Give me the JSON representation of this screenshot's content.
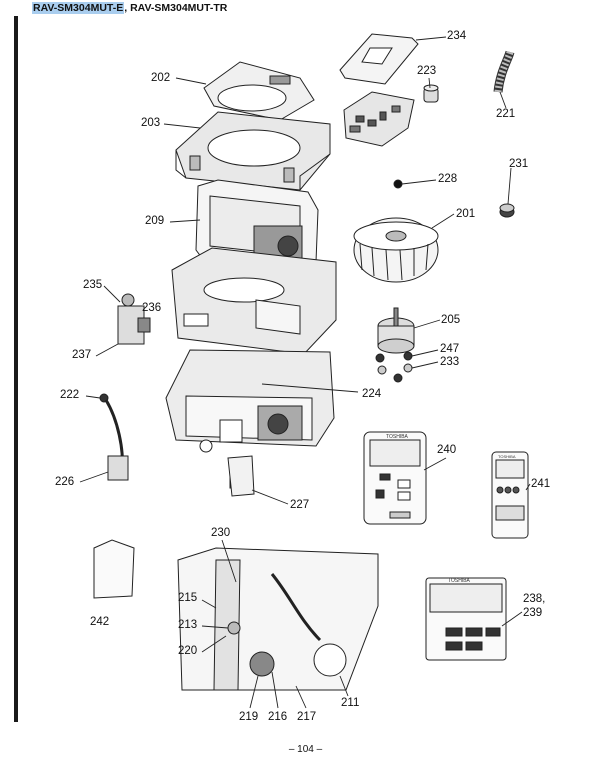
{
  "header": {
    "model_highlight": "RAV-SM304MUT-E",
    "model_rest": ", RAV-SM304MUT-TR"
  },
  "parts": {
    "p234": "234",
    "p223": "223",
    "p202": "202",
    "p221": "221",
    "p203": "203",
    "p231": "231",
    "p228": "228",
    "p209": "209",
    "p201": "201",
    "p235": "235",
    "p236": "236",
    "p205": "205",
    "p237": "237",
    "p247": "247",
    "p233": "233",
    "p222": "222",
    "p224": "224",
    "p240": "240",
    "p241": "241",
    "p226": "226",
    "p227": "227",
    "p230": "230",
    "p242": "242",
    "p238_239": "238,\n239",
    "p215": "215",
    "p213": "213",
    "p220": "220",
    "p219": "219",
    "p216": "216",
    "p217": "217",
    "p211": "211"
  },
  "remote_brand": "TOSHIBA",
  "footer": {
    "page_number": "– 104 –"
  },
  "colors": {
    "line": "#222222",
    "highlight": "#a9cdee",
    "fill_light": "#ececec",
    "fill_mid": "#cfcfcf",
    "fill_dark": "#6e6e6e"
  }
}
